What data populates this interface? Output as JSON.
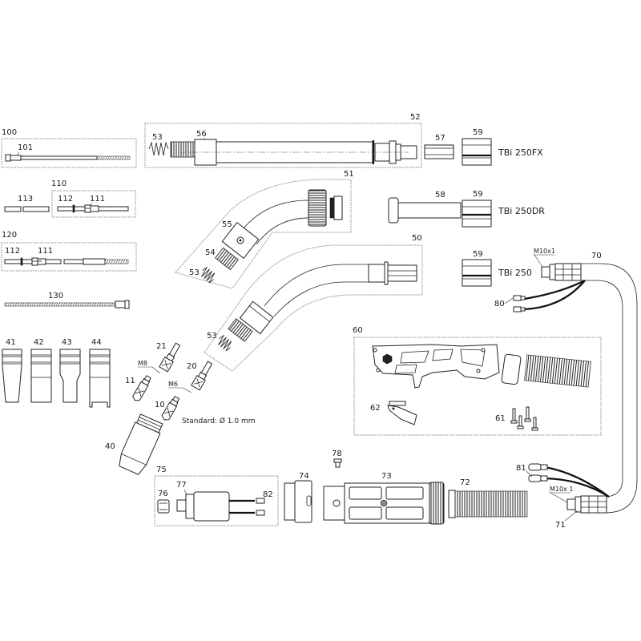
{
  "diagram": {
    "title": "Welding torch exploded parts view",
    "labels": {
      "p100": "100",
      "p101": "101",
      "p110": "110",
      "p111a": "111",
      "p112a": "112",
      "p113": "113",
      "p120": "120",
      "p111b": "111",
      "p112b": "112",
      "p130": "130",
      "p41": "41",
      "p42": "42",
      "p43": "43",
      "p44": "44",
      "p40": "40",
      "p10": "10",
      "p11": "11",
      "p20": "20",
      "p21": "21",
      "p50": "50",
      "p51": "51",
      "p52": "52",
      "p53a": "53",
      "p53b": "53",
      "p53c": "53",
      "p54": "54",
      "p55": "55",
      "p56": "56",
      "p57": "57",
      "p58": "58",
      "p59a": "59",
      "p59b": "59",
      "p59c": "59",
      "p60": "60",
      "p61": "61",
      "p62": "62",
      "p70": "70",
      "p71": "71",
      "p72": "72",
      "p73": "73",
      "p74": "74",
      "p75": "75",
      "p76": "76",
      "p77": "77",
      "p78": "78",
      "p80": "80",
      "p81": "81",
      "p82": "82"
    },
    "threads": {
      "m8": "M8",
      "m6": "M6",
      "m10_top": "M10x1",
      "m10_bottom": "M10x 1"
    },
    "models": {
      "fx": "TBi 250FX",
      "dr": "TBi 250DR",
      "std": "TBi 250"
    },
    "notes": {
      "standard_wire": "Standard: Ø 1.0 mm"
    }
  }
}
